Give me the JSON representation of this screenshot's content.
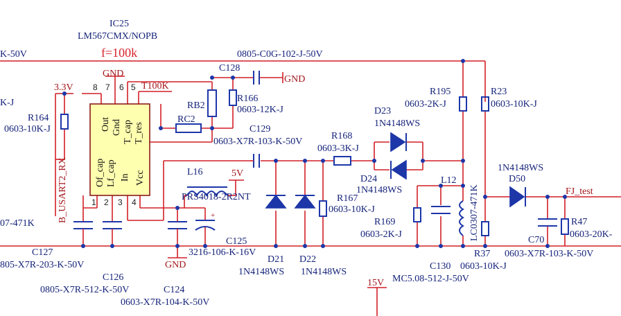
{
  "ic": {
    "designator": "IC25",
    "part": "LM567CMX/NOPB",
    "freq": "f=100k",
    "pins_top": [
      "Out",
      "Gnd",
      "T_cap",
      "T_res"
    ],
    "pins_bottom": [
      "Of_cap",
      "Lf_cap",
      "In",
      "Vcc"
    ],
    "pin_numbers": [
      "8",
      "7",
      "6",
      "5",
      "1",
      "2",
      "3",
      "4"
    ]
  },
  "nets": {
    "gnd": "GND",
    "v33": "3.3V",
    "v5": "5V",
    "v15": "15V",
    "t100k": "T100K",
    "fj_test": "FJ_test",
    "b_usart2_rx": "B_USART2_RX"
  },
  "labels": {
    "top_left_value": "K-50V",
    "left_k_j": "K-J",
    "left_471k": "07-471K",
    "c127": "C127",
    "c127_val": "805-X7R-203-K-50V",
    "c126": "C126",
    "c126_val": "0805-X7R-512-K-50V",
    "c124": "C124",
    "c124_val": "0603-X7R-104-K-50V",
    "c125": "C125",
    "c125_val": "3216-106-K-16V",
    "r164": "R164",
    "r164_val": "0603-10K-J",
    "rb2": "RB2",
    "rc2": "RC2",
    "r166": "R166",
    "r166_val": "0603-12K-J",
    "c128": "C128",
    "c128_val": "0805-C0G-102-J-50V",
    "c129": "C129",
    "c129_val": "0603-X7R-103-K-50V",
    "l16": "L16",
    "l16_val": "PRS4018-2R2NT",
    "r168": "R168",
    "r168_val": "0603-3K-J",
    "d23": "D23",
    "d23_val": "1N4148WS",
    "d24": "D24",
    "d24_val": "1N4148WS",
    "r167": "R167",
    "r167_val": "0603-10K-J",
    "d21": "D21",
    "d21_val": "1N4148WS",
    "d22": "D22",
    "d22_val": "1N4148WS",
    "r195": "R195",
    "r195_val": "0603-2K-J",
    "r23": "R23",
    "r23_val": "0603-10K-J",
    "r169": "R169",
    "r169_val": "0603-2K-J",
    "l12": "L12",
    "l12_val": "LC0307-471K",
    "c130": "C130",
    "c130_val": "MC5.08-512-J-50V",
    "d50_type": "1N4148WS",
    "d50": "D50",
    "r37": "R37",
    "r37_val": "0603-10K-J",
    "c70": "C70",
    "c70_val": "0603-X7R-103-K-50V",
    "r47": "R47",
    "r47_val": "0603-20K-"
  }
}
